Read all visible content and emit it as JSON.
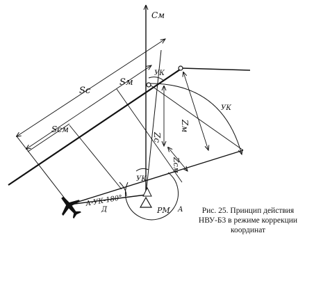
{
  "labels": {
    "north": "Cм",
    "sc": "Sc",
    "sm": "Sм",
    "scm": "Scм",
    "zc": "Zc",
    "zm": "Zм",
    "zcm": "Zcм",
    "uk_top": "УК",
    "uk_arc": "УК",
    "uk_center": "УК",
    "bearing": "А-УК-180°",
    "d": "Д",
    "a": "А",
    "pm": "РМ"
  },
  "caption": {
    "line1": "Рис. 25. Принцип действия",
    "line2": "НВУ-Б3 в режиме коррекции",
    "line3": "координат"
  }
}
